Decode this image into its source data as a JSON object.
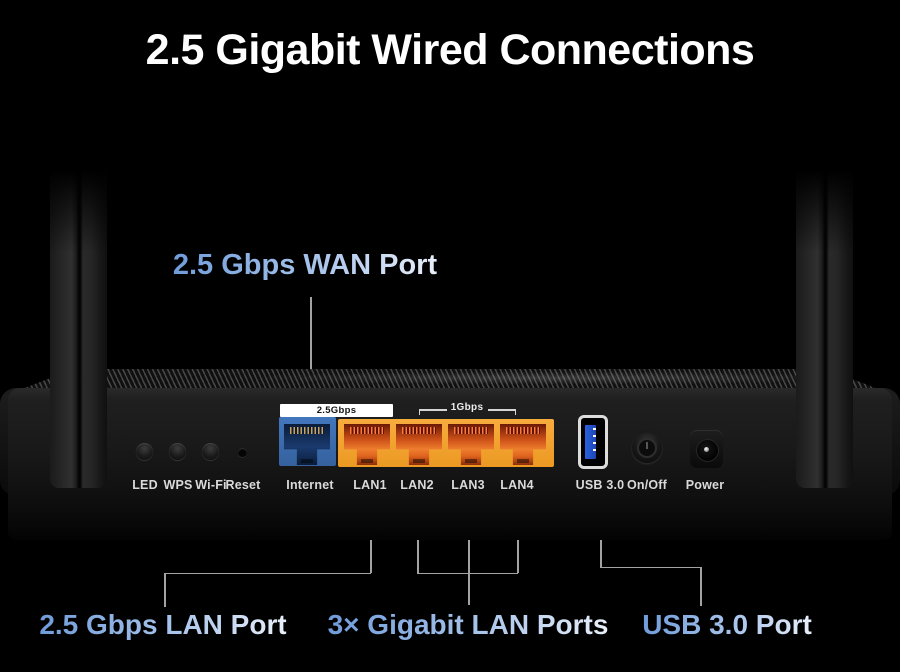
{
  "title": "2.5 Gigabit Wired Connections",
  "callouts": {
    "wan_port": "2.5 Gbps WAN Port",
    "lan_25g": "2.5 Gbps LAN Port",
    "gigabit_lan": "3× Gigabit LAN Ports",
    "usb_port": "USB 3.0 Port"
  },
  "device": {
    "speed_tags": {
      "wan": "2.5Gbps",
      "lan": "1Gbps"
    },
    "button_labels": [
      "LED",
      "WPS",
      "Wi-Fi",
      "Reset"
    ],
    "port_labels": [
      "Internet",
      "LAN1",
      "LAN2",
      "LAN3",
      "LAN4"
    ],
    "io_labels": [
      "USB 3.0",
      "On/Off",
      "Power"
    ]
  },
  "colors": {
    "background": "#000000",
    "title_text": "#ffffff",
    "callout_blue": "#6f9cda",
    "callout_light": "#e9effa",
    "wan_panel_blue": "#3a6db6",
    "lan_panel_orange": "#f2a434",
    "usb_blue": "#2050c8",
    "callout_line": "#a3a3a3"
  }
}
